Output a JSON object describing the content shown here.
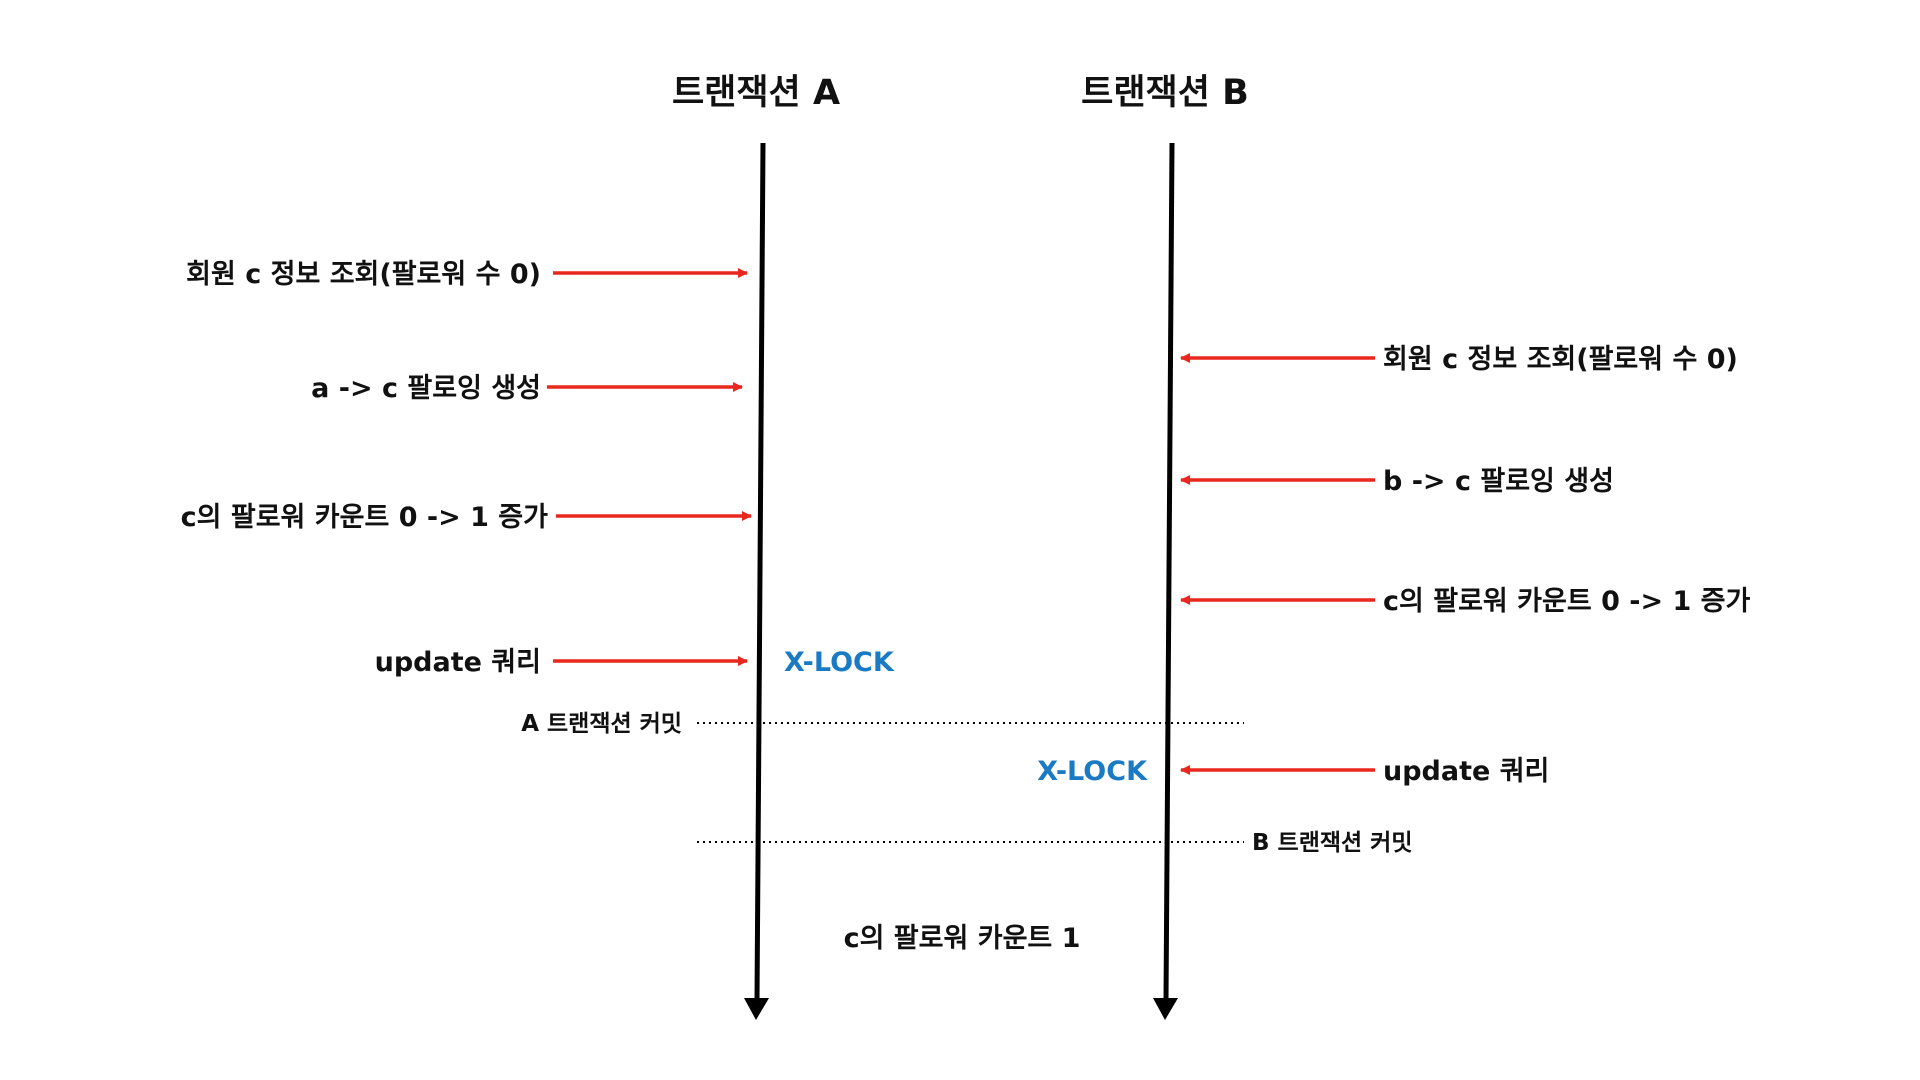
{
  "titles": {
    "a": "트랜잭션 A",
    "b": "트랜잭션 B"
  },
  "left_steps": [
    "회원 c 정보 조회(팔로워 수 0)",
    "a -> c 팔로잉 생성",
    "c의 팔로워 카운트 0 -> 1 증가",
    "update 쿼리"
  ],
  "right_steps": [
    "회원 c 정보 조회(팔로워 수 0)",
    "b -> c 팔로잉 생성",
    "c의 팔로워 카운트 0 -> 1 증가",
    "update 쿼리"
  ],
  "lock_a": "X-LOCK",
  "lock_b": "X-LOCK",
  "commit_a": "A 트랜잭션 커밋",
  "commit_b": "B 트랜잭션 커밋",
  "result": "c의 팔로워 카운트 1",
  "colors": {
    "arrow": "#e8281e",
    "lock": "#1a7bc4",
    "line": "#000000"
  }
}
